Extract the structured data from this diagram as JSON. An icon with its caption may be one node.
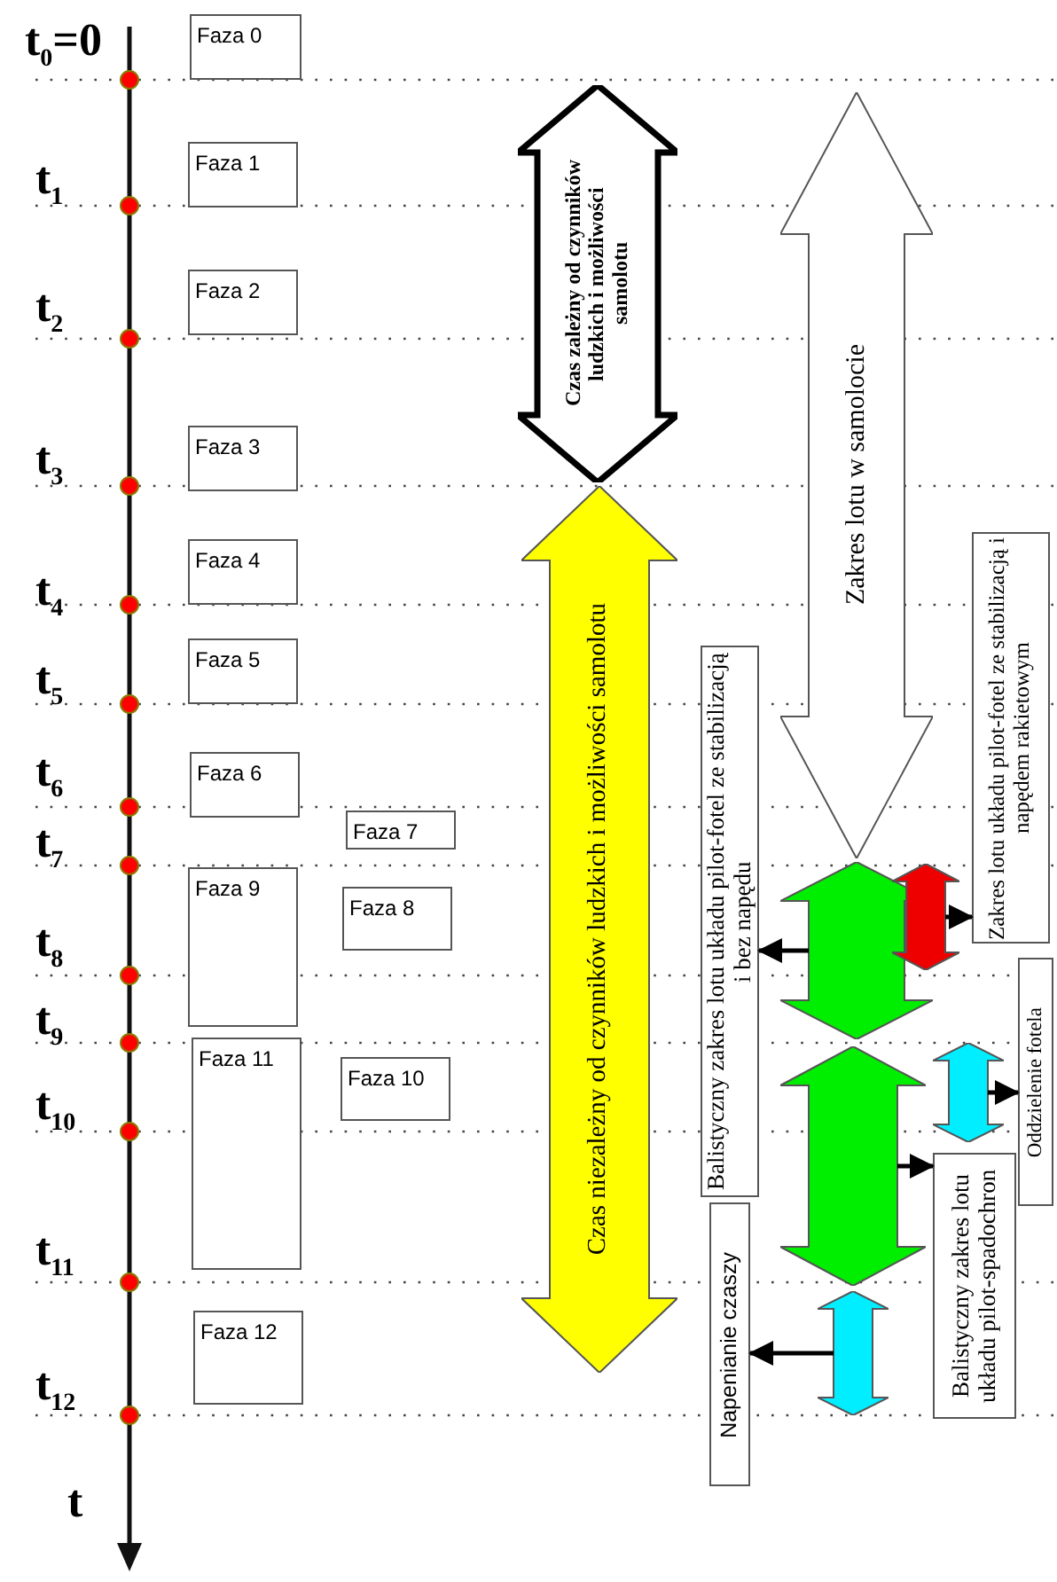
{
  "diagram": {
    "nodes": [
      {
        "text": [
          "Faza 0"
        ]
      },
      {
        "text": [
          "Faza 1"
        ]
      },
      {
        "text": [
          "Faza 2"
        ]
      },
      {
        "text": [
          "Faza 3"
        ]
      },
      {
        "text": [
          "Faza 4"
        ]
      },
      {
        "text": [
          "Faza 5"
        ]
      },
      {
        "text": [
          "Faza 6"
        ]
      },
      {
        "text": [
          "Faza 7"
        ]
      },
      {
        "text": [
          "Faza 8"
        ]
      },
      {
        "text": [
          "Faza 9"
        ]
      },
      {
        "text": [
          "Faza 10"
        ]
      },
      {
        "text": [
          "Faza 11"
        ]
      },
      {
        "text": [
          "Faza 12"
        ]
      },
      {
        "text": [
          "Czas zależny od czynników ludzkich i możliwości samolotu"
        ]
      },
      {
        "text": [
          "Czas niezależny od czynników ludzkich i możliwości samolotu"
        ]
      },
      {
        "text": [
          "Zakres lotu w samolocie"
        ]
      },
      {
        "text": [],
        "shape": "arrow"
      },
      {
        "text": [],
        "shape": "arrow"
      },
      {
        "text": [],
        "shape": "arrow"
      },
      {
        "text": [],
        "shape": "arrow"
      },
      {
        "text": [],
        "shape": "arrow"
      },
      {
        "text": [
          "Balistyczny zakres lotu układu pilot-fotel ze stabilizacją i bez napędu"
        ]
      },
      {
        "text": [
          "Zakres lotu układu pilot-fotel ze stabilizacją i napędem rakietowym"
        ]
      },
      {
        "text": [
          "Oddzielenie fotela"
        ]
      },
      {
        "text": [
          "Balistyczny zakres lotu układu pilot-spadochron"
        ]
      },
      {
        "text": [
          "Napenianie czaszy"
        ]
      }
    ],
    "edges": [
      {
        "from": 16,
        "to": 21,
        "arrow": "to"
      },
      {
        "from": 17,
        "to": 22,
        "arrow": "to"
      },
      {
        "from": 18,
        "to": 23,
        "arrow": "to"
      },
      {
        "from": 19,
        "to": 24,
        "arrow": "to"
      },
      {
        "from": 20,
        "to": 25,
        "arrow": "to"
      }
    ],
    "labels": [
      "t$_{0}$=0",
      "t$_{1}$",
      "t$_{2}$",
      "t$_{3}$",
      "t$_{4}$",
      "t$_{5}$",
      "t$_{6}$",
      "t$_{7}$",
      "t$_{8}$",
      "t$_{9}$",
      "t$_{10}$",
      "t$_{11}$",
      "t$_{12}$",
      "t"
    ]
  }
}
